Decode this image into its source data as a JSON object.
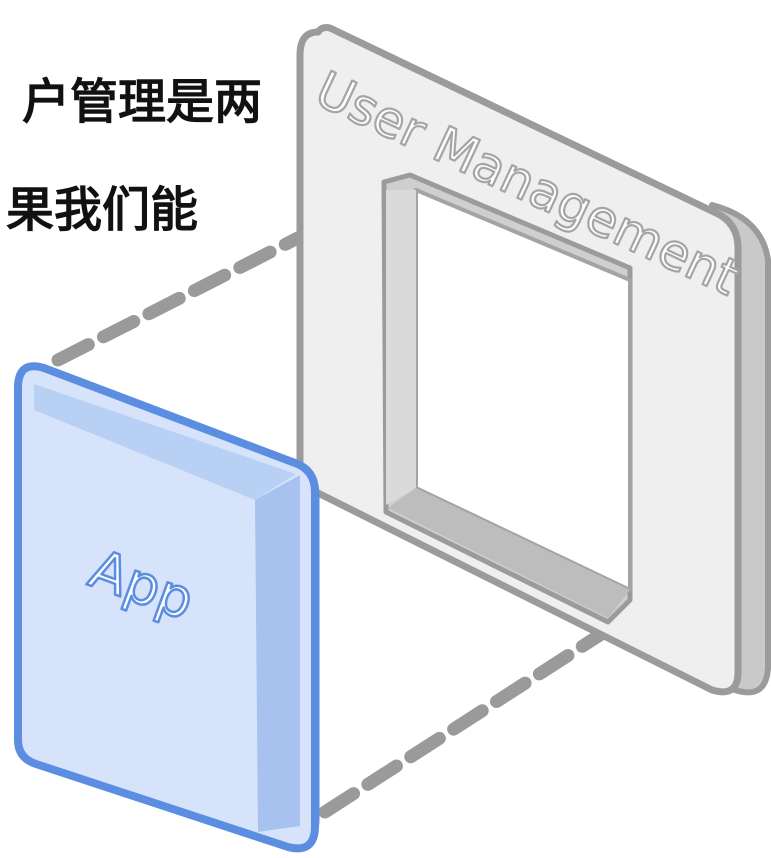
{
  "page_text": {
    "line1": "户管理是两",
    "line2": "果我们能"
  },
  "labels": {
    "user_management": "User Management",
    "app": "App"
  },
  "colors": {
    "frame_gray": "#d7d7d7",
    "frame_edge": "#9b9b9b",
    "dashed_line": "#9a9a9a",
    "app_blue": "#5b8ee0",
    "app_fill": "#d6e3fb",
    "app_side": "#a7c2ee"
  }
}
